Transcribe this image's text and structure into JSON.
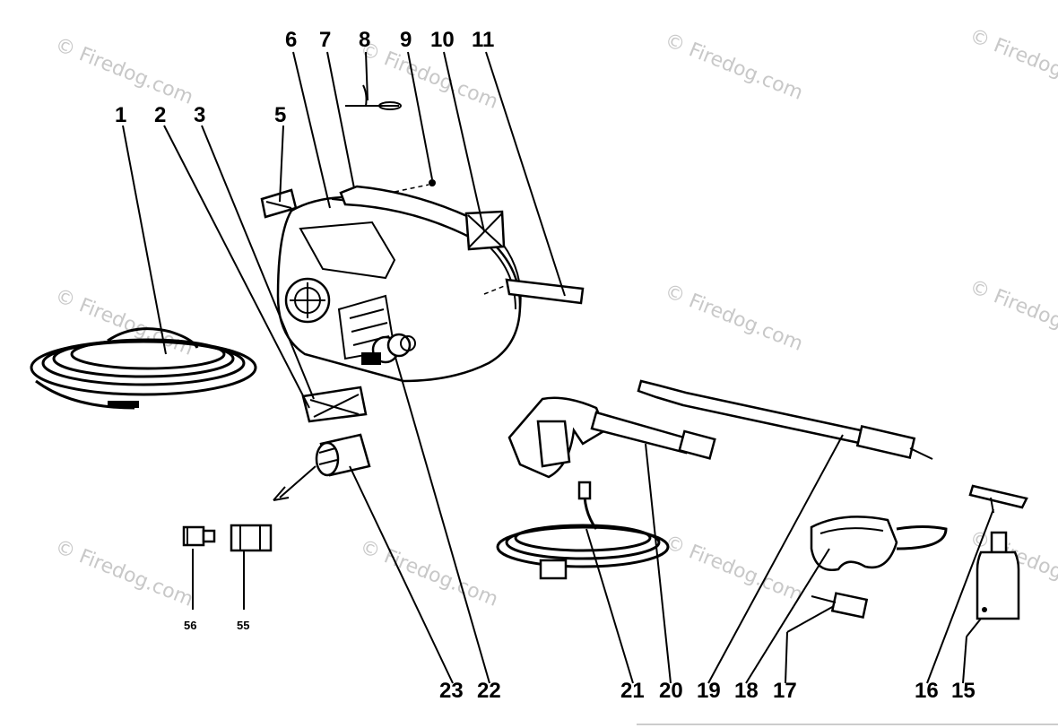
{
  "watermark": "© Firedog.com",
  "part_labels": {
    "p1": "1",
    "p2": "2",
    "p3": "3",
    "p5": "5",
    "p6": "6",
    "p7": "7",
    "p8": "8",
    "p9": "9",
    "p10": "10",
    "p11": "11",
    "p15": "15",
    "p16": "16",
    "p17": "17",
    "p18": "18",
    "p19": "19",
    "p20": "20",
    "p21": "21",
    "p22": "22",
    "p23": "23",
    "p55": "55",
    "p56": "56"
  }
}
